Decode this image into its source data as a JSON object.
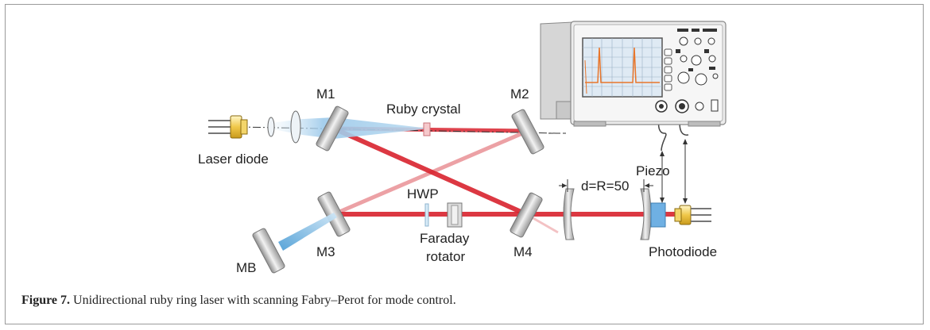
{
  "labels": {
    "m1": "M1",
    "m2": "M2",
    "m3": "M3",
    "m4": "M4",
    "mb": "MB",
    "ruby": "Ruby crystal",
    "laser_diode": "Laser diode",
    "hwp": "HWP",
    "faraday_1": "Faraday",
    "faraday_2": "rotator",
    "distance": "d=R=50",
    "piezo": "Piezo",
    "photodiode": "Photodiode"
  },
  "caption": {
    "label": "Figure 7.",
    "text": "Unidirectional ruby ring laser with scanning Fabry–Perot for mode control."
  },
  "colors": {
    "beam_red": "#d9232e",
    "pump_blue": "#5aa7d8",
    "trace_orange": "#e8762b",
    "screen_blue": "#dfeaf4"
  }
}
